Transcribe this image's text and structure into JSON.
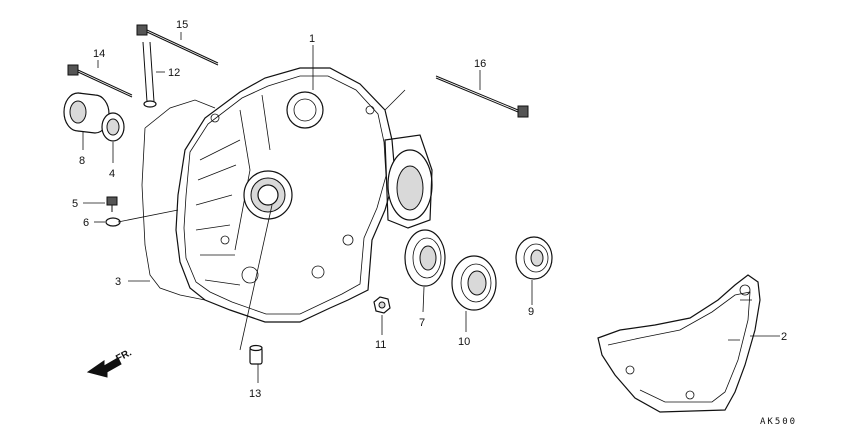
{
  "callouts": {
    "c1": "1",
    "c2": "2",
    "c3": "3",
    "c4": "4",
    "c5": "5",
    "c6": "6",
    "c7": "7",
    "c8": "8",
    "c9": "9",
    "c10": "10",
    "c11": "11",
    "c12": "12",
    "c13": "13",
    "c14": "14",
    "c15": "15",
    "c16": "16"
  },
  "direction_label": "FR.",
  "figure_code": "AK500"
}
